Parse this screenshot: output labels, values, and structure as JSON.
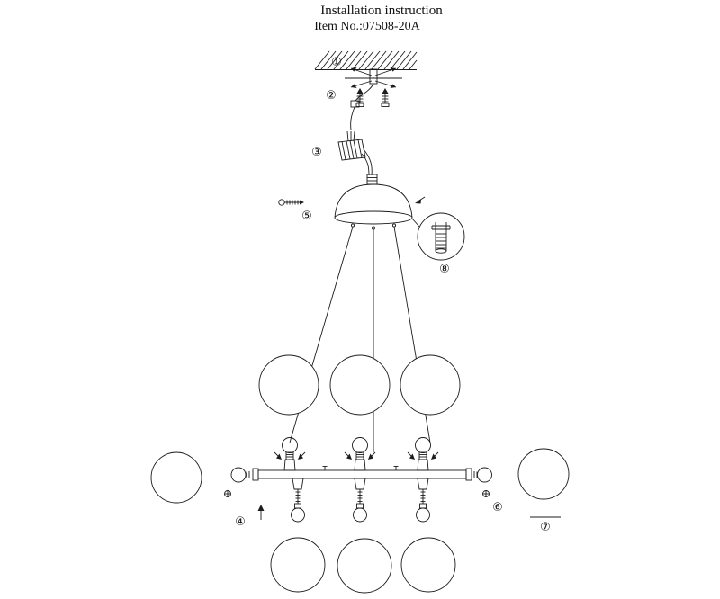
{
  "header": {
    "title": "Installation instruction",
    "item_no": "Item No.:07508-20A"
  },
  "part_labels": {
    "p1": "①",
    "p2": "②",
    "p3": "③",
    "p4": "④",
    "p5": "⑤",
    "p6": "⑥",
    "p7": "⑦",
    "p8": "⑧"
  },
  "colors": {
    "line": "#1c1c1c",
    "background": "#ffffff",
    "text": "#111111"
  }
}
